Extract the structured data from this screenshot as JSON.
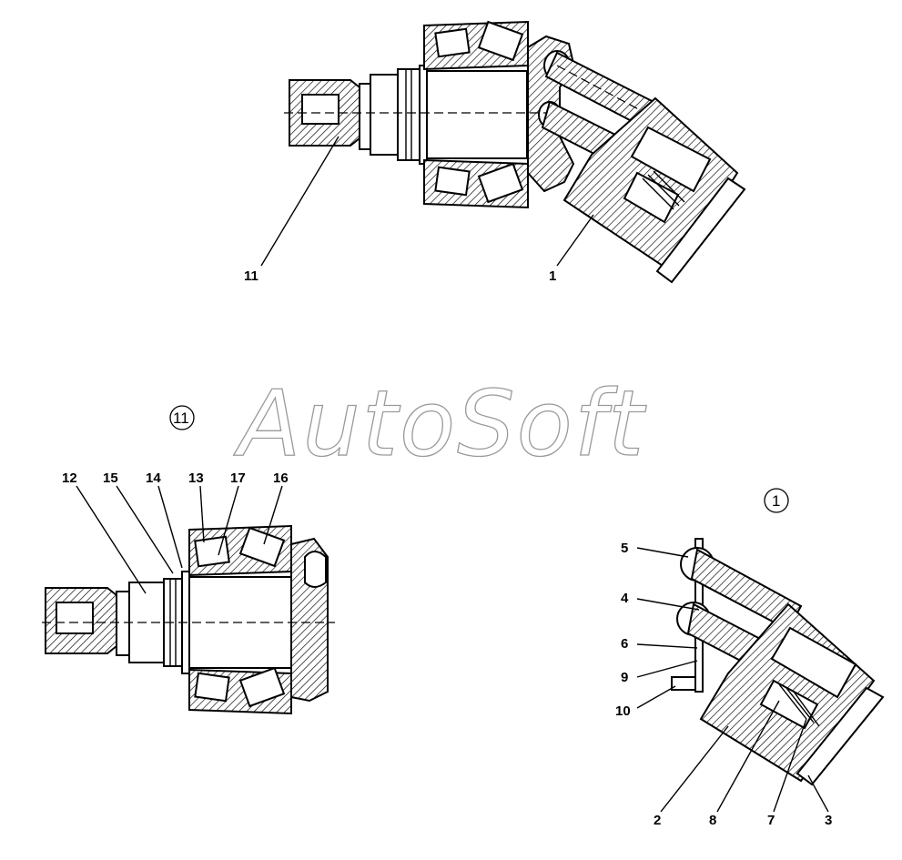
{
  "watermark": "AutoSoft",
  "views": {
    "detail_11": {
      "marker": "11"
    },
    "detail_1": {
      "marker": "1"
    }
  },
  "labels": {
    "top": [
      "11",
      "1"
    ],
    "detail_11": [
      "12",
      "15",
      "14",
      "13",
      "17",
      "16"
    ],
    "detail_1": [
      "5",
      "4",
      "6",
      "9",
      "10",
      "2",
      "8",
      "7",
      "3"
    ]
  }
}
